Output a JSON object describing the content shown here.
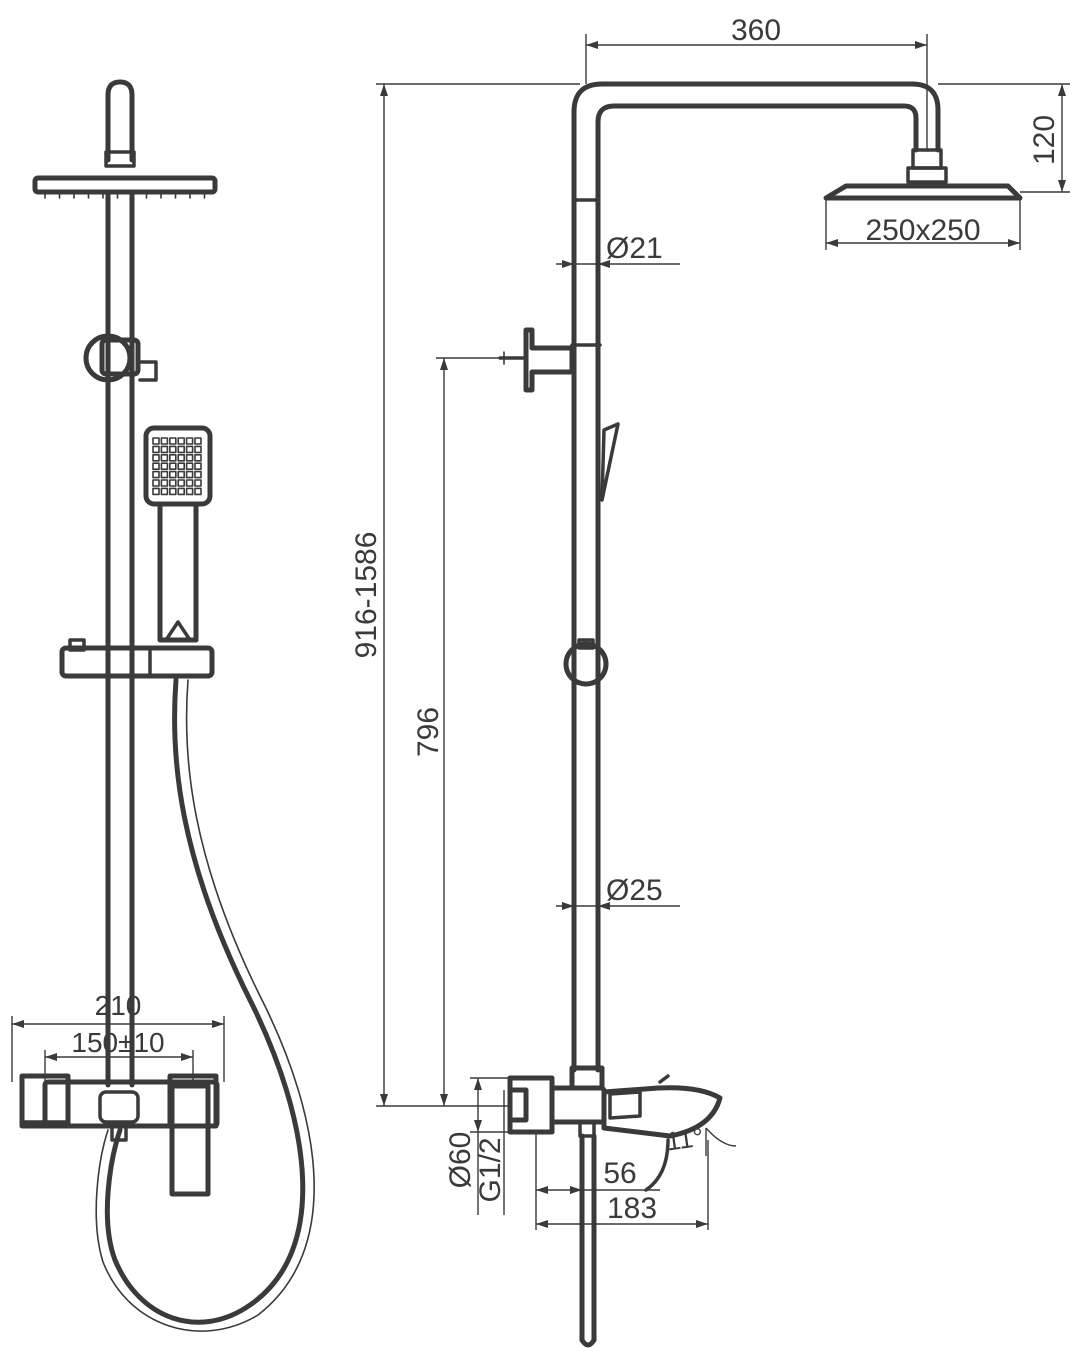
{
  "colors": {
    "line": "#3a3a3a",
    "background": "#ffffff"
  },
  "dimensions": {
    "arm_reach": "360",
    "arm_drop": "120",
    "head_size": "250x250",
    "upper_pipe_diameter": "Ø21",
    "lower_pipe_diameter": "Ø25",
    "adjustable_height": "916-1586",
    "bracket_height": "796",
    "mixer_width": "210",
    "inlet_spacing": "150±10",
    "flange_diameter": "Ø60",
    "thread": "G1/2",
    "mixer_depth": "56",
    "spout_reach": "183",
    "spout_angle": "11°"
  }
}
